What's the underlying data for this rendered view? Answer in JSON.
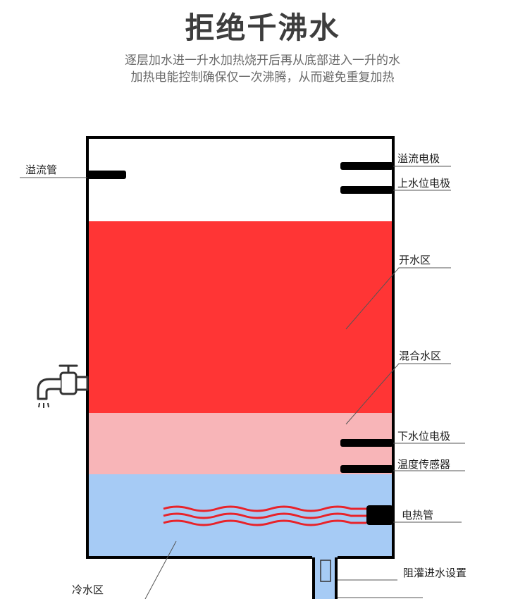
{
  "title": "拒绝千沸水",
  "subtitle_lines": [
    "逐层加水进一升水加热烧开后再从底部进入一升的水",
    "加热电能控制确保仅一次沸腾，从而避免重复加热"
  ],
  "labels": {
    "overflow_pipe": "溢流管",
    "overflow_electrode": "溢流电极",
    "upper_level_electrode": "上水位电极",
    "boiling_zone": "开水区",
    "mixed_zone": "混合水区",
    "lower_level_electrode": "下水位电极",
    "temp_sensor": "温度传感器",
    "heating_tube": "电热管",
    "anti_backfill_inlet": "阻灌进水设置",
    "cold_zone": "冷水区"
  },
  "colors": {
    "boiling": "#ff3535",
    "mixed": "#f8b5b8",
    "cold": "#a6cbf5",
    "heater_wire": "#e8232a",
    "outline": "#000000"
  }
}
